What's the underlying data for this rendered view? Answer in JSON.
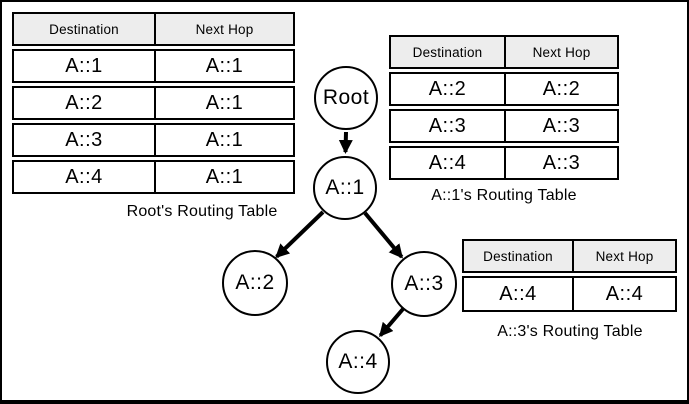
{
  "diagram": {
    "type": "routing-tree-with-tables",
    "colors": {
      "line": "#000000",
      "header_bg": "#ededed",
      "background": "#ffffff"
    }
  },
  "tables": [
    {
      "id": "root",
      "caption": "Root's Routing Table",
      "headers": [
        "Destination",
        "Next Hop"
      ],
      "rows": [
        [
          "A::1",
          "A::1"
        ],
        [
          "A::2",
          "A::1"
        ],
        [
          "A::3",
          "A::1"
        ],
        [
          "A::4",
          "A::1"
        ]
      ]
    },
    {
      "id": "a1",
      "caption": "A::1's Routing Table",
      "headers": [
        "Destination",
        "Next Hop"
      ],
      "rows": [
        [
          "A::2",
          "A::2"
        ],
        [
          "A::3",
          "A::3"
        ],
        [
          "A::4",
          "A::3"
        ]
      ]
    },
    {
      "id": "a3",
      "caption": "A::3's Routing Table",
      "headers": [
        "Destination",
        "Next Hop"
      ],
      "rows": [
        [
          "A::4",
          "A::4"
        ]
      ]
    }
  ],
  "tree": {
    "nodes": [
      {
        "id": "root",
        "label": "Root"
      },
      {
        "id": "a1",
        "label": "A::1"
      },
      {
        "id": "a2",
        "label": "A::2"
      },
      {
        "id": "a3",
        "label": "A::3"
      },
      {
        "id": "a4",
        "label": "A::4"
      }
    ],
    "edges": [
      {
        "from": "Root",
        "to": "A::1"
      },
      {
        "from": "A::1",
        "to": "A::2"
      },
      {
        "from": "A::1",
        "to": "A::3"
      },
      {
        "from": "A::3",
        "to": "A::4"
      }
    ]
  }
}
